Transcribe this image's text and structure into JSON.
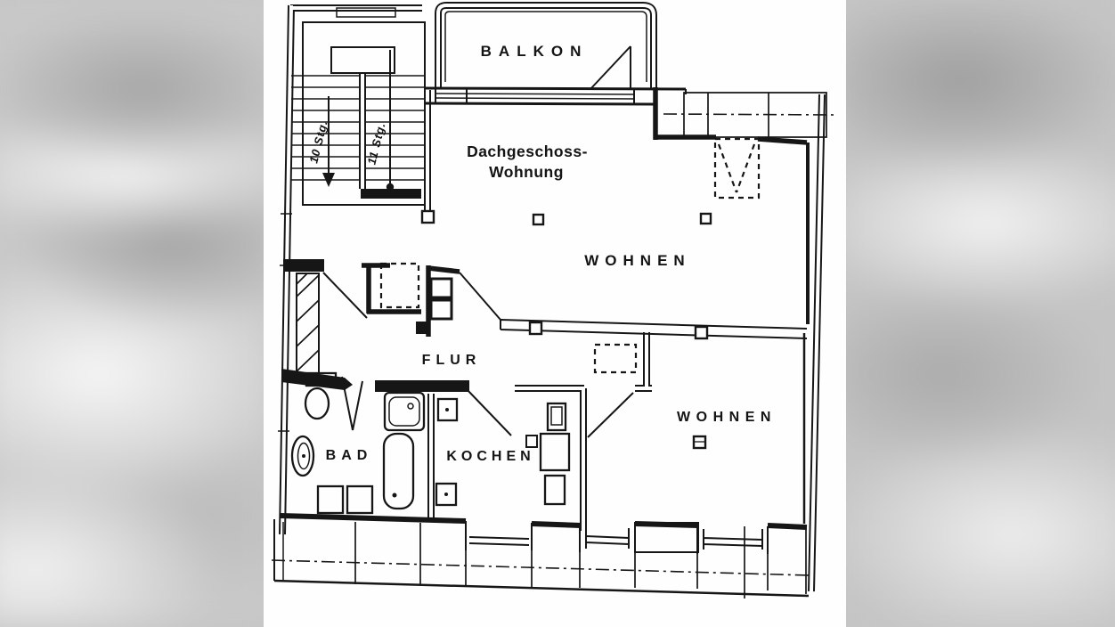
{
  "plan": {
    "ink_color": "#161616",
    "paper_color": "#fefefe",
    "background_blur_color": "#c6c6c6",
    "title": {
      "line1": "Dachgeschoss-",
      "line2": "Wohnung"
    },
    "rooms": {
      "balkon": "BALKON",
      "wohnen_upper": "WOHNEN",
      "flur": "FLUR",
      "bad": "BAD",
      "kochen": "KOCHEN",
      "wohnen_lower": "WOHNEN"
    },
    "stairs": {
      "left_flight_label": "10 Stg.",
      "right_flight_label": "11 Stg."
    }
  }
}
